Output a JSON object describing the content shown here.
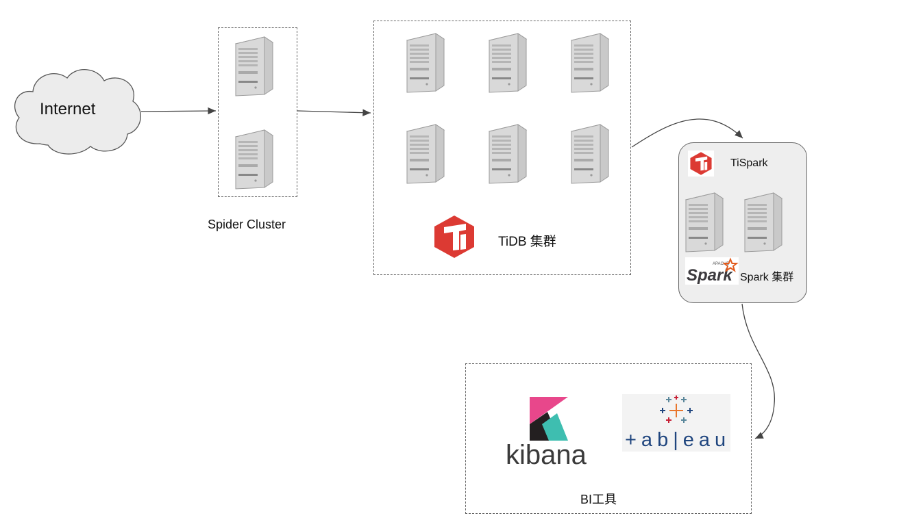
{
  "internet": {
    "label": "Internet"
  },
  "spider_cluster": {
    "label": "Spider Cluster"
  },
  "tidb_cluster": {
    "label": "TiDB 集群",
    "logo_color": "#dc3a33"
  },
  "tispark": {
    "label": "TiSpark",
    "spark_label": "Spark 集群",
    "spark_logo_small": "APACHE",
    "spark_logo_big": "Spark",
    "spark_star_color": "#e25a1c"
  },
  "bi_tools": {
    "label": "BI工具",
    "kibana": "kibana",
    "tableau": "+ab|eau"
  },
  "colors": {
    "line": "#444444",
    "dash": "#666666",
    "cloud_fill": "#ececec",
    "panel_fill": "#eeeeee"
  }
}
